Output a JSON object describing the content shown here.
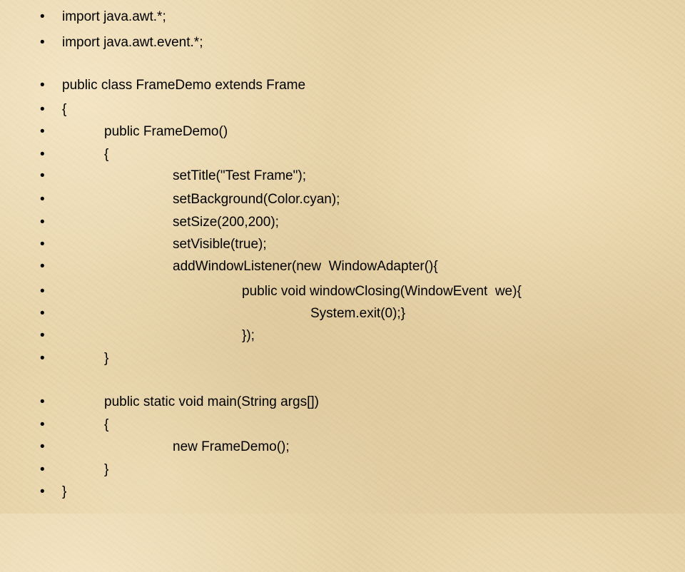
{
  "slide": {
    "bullet_char": "•",
    "lines": [
      {
        "text": "import java.awt.*;"
      },
      {
        "text": "import java.awt.event.*;"
      },
      {
        "text": "public class FrameDemo extends Frame"
      },
      {
        "text": "{"
      },
      {
        "text": "public FrameDemo()"
      },
      {
        "text": "{"
      },
      {
        "text": "setTitle(\"Test Frame\");"
      },
      {
        "text": "setBackground(Color.cyan);"
      },
      {
        "text": "setSize(200,200);"
      },
      {
        "text": "setVisible(true);"
      },
      {
        "text": "addWindowListener(new  WindowAdapter(){"
      },
      {
        "text": "public void windowClosing(WindowEvent  we){"
      },
      {
        "text": "System.exit(0);}"
      },
      {
        "text": "});"
      },
      {
        "text": "}"
      },
      {
        "text": "public static void main(String args[])"
      },
      {
        "text": "{"
      },
      {
        "text": "new FrameDemo();"
      },
      {
        "text": "}"
      },
      {
        "text": "}"
      }
    ]
  }
}
